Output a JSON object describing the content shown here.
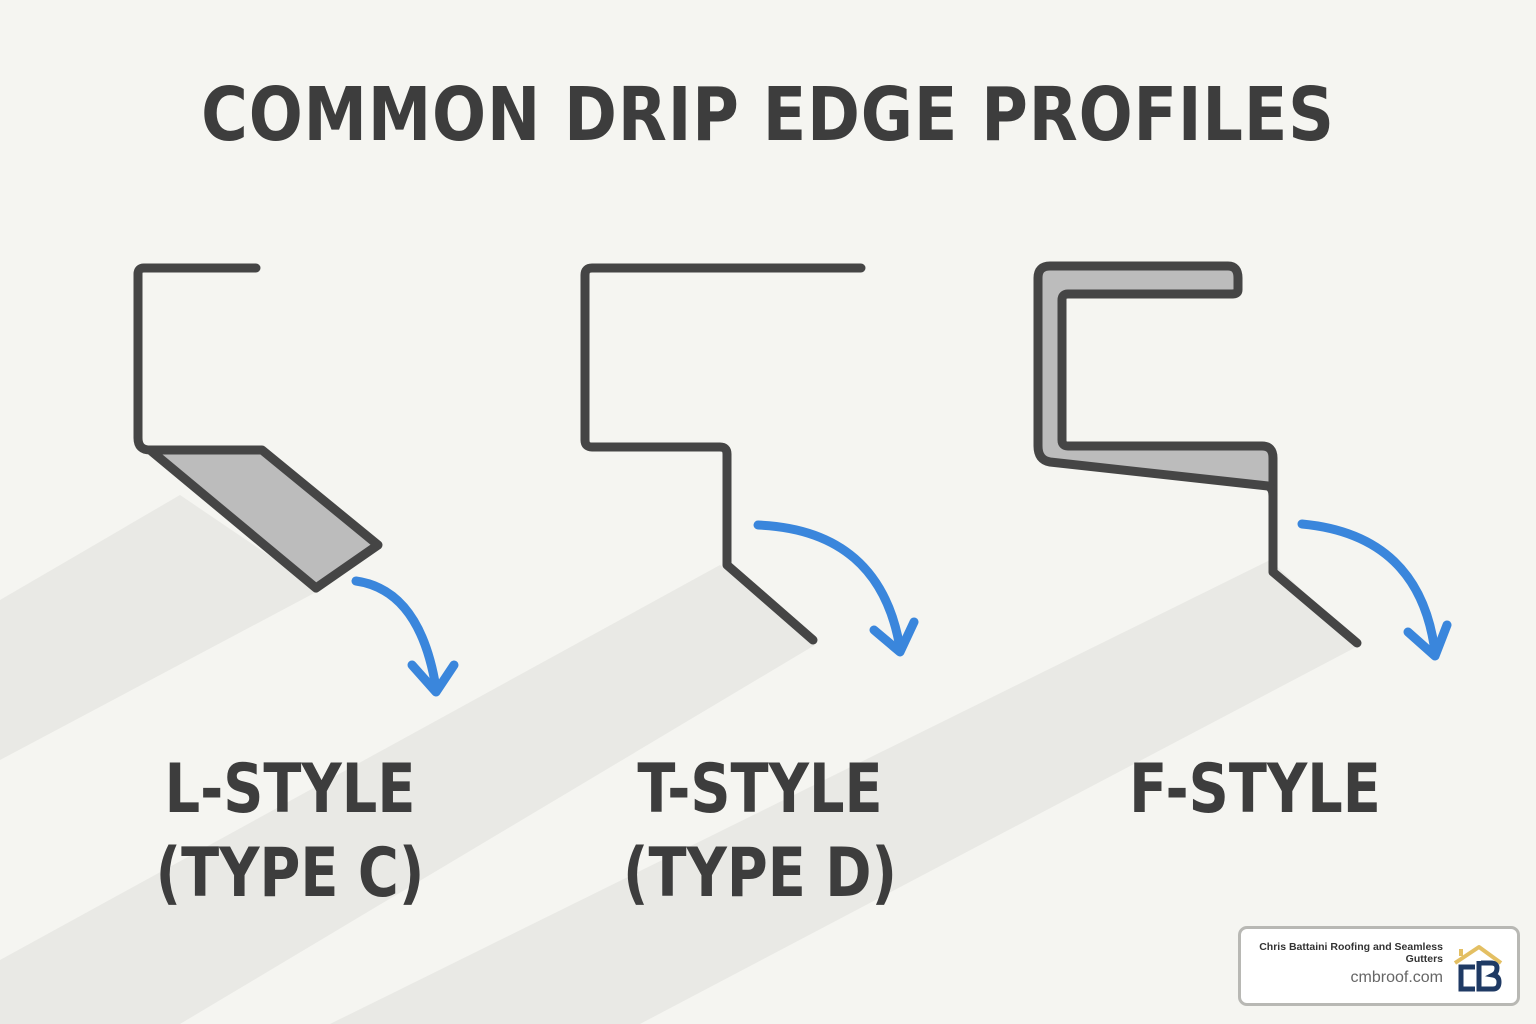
{
  "title": "COMMON DRIP EDGE PROFILES",
  "colors": {
    "background": "#f5f5f1",
    "stroke": "#454545",
    "fill": "#bcbcbc",
    "arrow": "#3a86dc",
    "shadow": "#e8e8e4",
    "logo_navy": "#1f3a64",
    "logo_gold": "#e3bf63"
  },
  "profiles": [
    {
      "id": "l-style",
      "label_line1": "L-STYLE",
      "label_line2": "(TYPE C)",
      "arrow_icon": "water-flow-arrow"
    },
    {
      "id": "t-style",
      "label_line1": "T-STYLE",
      "label_line2": "(TYPE D)",
      "arrow_icon": "water-flow-arrow"
    },
    {
      "id": "f-style",
      "label_line1": "F-STYLE",
      "label_line2": "",
      "arrow_icon": "water-flow-arrow"
    }
  ],
  "watermark": {
    "company": "Chris Battaini Roofing and Seamless Gutters",
    "url": "cmbroof.com",
    "logo": "cb-house-logo"
  }
}
